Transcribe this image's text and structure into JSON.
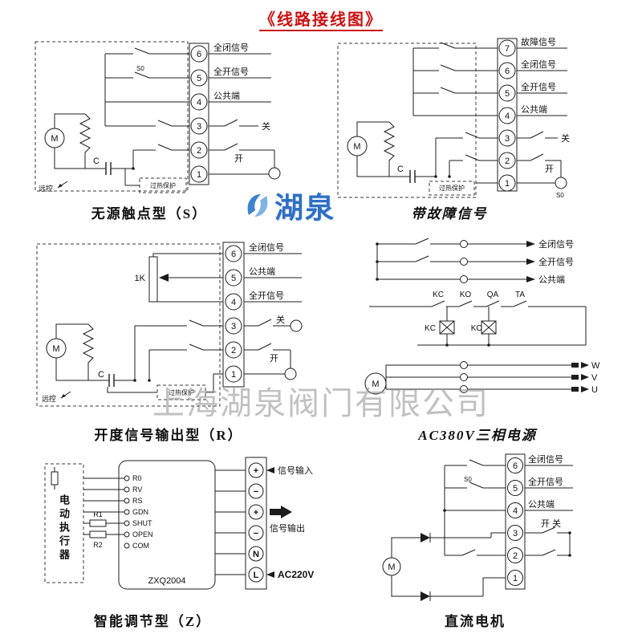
{
  "title": "《线路接线图》",
  "watermark": {
    "logo_text": "湖泉",
    "company": "上海湖泉阀门有限公司"
  },
  "panels": {
    "s": {
      "caption": "无源触点型（S）",
      "terminals": [
        "6",
        "5",
        "4",
        "3",
        "2",
        "1"
      ],
      "t6_label": "全闭信号",
      "t5_label": "全开信号",
      "t4_label": "公共端",
      "close_label": "关",
      "open_label": "开",
      "motor": "M",
      "capacitor": "C",
      "s0": "S0",
      "remote": "远控",
      "overheat": "过热保护"
    },
    "fault": {
      "caption": "带故障信号",
      "terminals": [
        "7",
        "6",
        "5",
        "4",
        "3",
        "2",
        "1"
      ],
      "t7_label": "故障信号",
      "t6_label": "全闭信号",
      "t5_label": "全开信号",
      "t4_label": "公共端",
      "close_label": "关",
      "open_label": "开",
      "motor": "M",
      "capacitor": "C",
      "s0": "S0",
      "overheat": "过热保护"
    },
    "r": {
      "caption": "开度信号输出型（R）",
      "terminals": [
        "6",
        "5",
        "4",
        "3",
        "2",
        "1"
      ],
      "t6_label": "全闭信号",
      "t5_label": "公共端",
      "t4_label": "全开信号",
      "close_label": "关",
      "open_label": "开",
      "pot_label": "1K",
      "motor": "M",
      "capacitor": "C",
      "remote": "远控",
      "overheat": "过热保护"
    },
    "ac380": {
      "caption": "AC380V三相电源",
      "signal_closed": "全闭信号",
      "signal_open": "全开信号",
      "common": "公共端",
      "kc1": "KC",
      "ko1": "KO",
      "qa": "QA",
      "ta": "TA",
      "kc2": "KC",
      "ko2": "KO",
      "phase_w": "W",
      "phase_v": "V",
      "phase_u": "U",
      "motor": "M"
    },
    "z": {
      "caption": "智能调节型（Z）",
      "actuator": "电动执行器",
      "module": "ZXQ2004",
      "pins": [
        "R0",
        "RV",
        "RS",
        "GDN",
        "SHUT",
        "OPEN",
        "COM"
      ],
      "r1": "R1",
      "r2": "R2",
      "terminals": [
        "+",
        "−",
        "+",
        "−",
        "N",
        "L"
      ],
      "signal_in": "信号输入",
      "signal_out": "信号输出",
      "power": "AC220V"
    },
    "dc": {
      "caption": "直流电机",
      "terminals": [
        "6",
        "5",
        "4",
        "3",
        "2",
        "1"
      ],
      "t6_label": "全闭信号",
      "t5_label": "全开信号",
      "t4_label": "公共端",
      "open_close": "开  关",
      "motor": "M",
      "s0": "S0"
    }
  }
}
